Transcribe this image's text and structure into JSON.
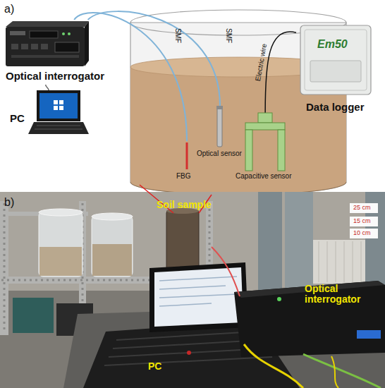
{
  "diagram": {
    "nodes": [
      {
        "text": [
          "Optical interrogator"
        ]
      },
      {
        "text": [
          "PC"
        ]
      },
      {
        "text": [
          "FBG"
        ]
      },
      {
        "text": [
          "Optical sensor"
        ]
      },
      {
        "text": [
          "Capacitive sensor"
        ]
      },
      {
        "text": [
          "Em50",
          "Data logger"
        ]
      }
    ],
    "edges": [
      {
        "from": 0,
        "to": 2,
        "label": "SMF",
        "arrow": "none"
      },
      {
        "from": 0,
        "to": 3,
        "label": "SMF",
        "arrow": "none"
      },
      {
        "from": 5,
        "to": 4,
        "label": "Electric wire",
        "arrow": "none"
      },
      {
        "from": 0,
        "to": 1,
        "arrow": "none"
      }
    ],
    "labels": [
      "a)",
      "b)",
      "Soil sample",
      "Optical interrogator",
      "PC",
      "25 cm",
      "15 cm",
      "10 cm"
    ]
  }
}
